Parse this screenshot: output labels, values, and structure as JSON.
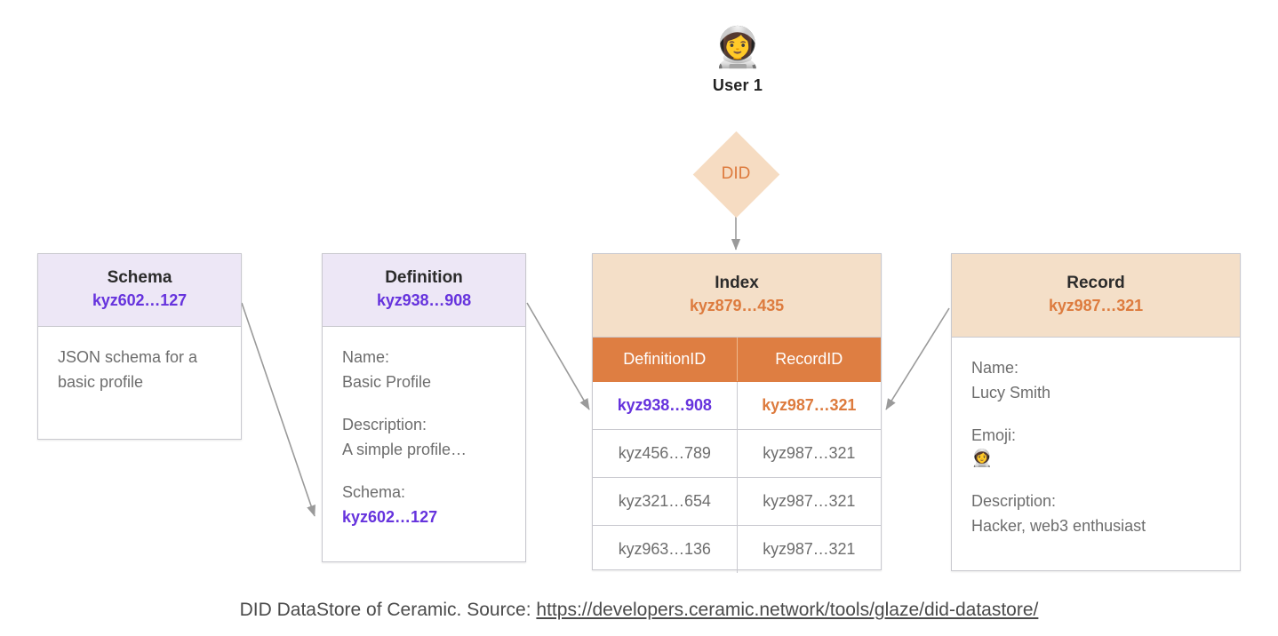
{
  "actor": {
    "emoji": "👩‍🚀",
    "icon_name": "astronaut-emoji",
    "label": "User 1"
  },
  "did_node": {
    "label": "DID"
  },
  "colors": {
    "lavender_header": "#EDE7F6",
    "peach_header": "#F4DFC8",
    "orange_band": "#DE7E42",
    "purple_text": "#6633DD",
    "orange_text": "#DD7B3E",
    "body_text": "#6d6d6d",
    "border": "#c9c9cf"
  },
  "schema_card": {
    "title": "Schema",
    "id": "kyz602…127",
    "body": "JSON schema for a basic profile"
  },
  "definition_card": {
    "title": "Definition",
    "id": "kyz938…908",
    "fields": [
      {
        "label": "Name:",
        "value": "Basic Profile"
      },
      {
        "label": "Description:",
        "value": "A simple profile…"
      },
      {
        "label": "Schema:",
        "value": "kyz602…127"
      }
    ]
  },
  "index_card": {
    "title": "Index",
    "id": "kyz879…435",
    "columns": [
      "DefinitionID",
      "RecordID"
    ],
    "rows": [
      {
        "definition_id": "kyz938…908",
        "record_id": "kyz987…321",
        "highlighted": true
      },
      {
        "definition_id": "kyz456…789",
        "record_id": "kyz987…321",
        "highlighted": false
      },
      {
        "definition_id": "kyz321…654",
        "record_id": "kyz987…321",
        "highlighted": false
      },
      {
        "definition_id": "kyz963…136",
        "record_id": "kyz987…321",
        "highlighted": false
      }
    ]
  },
  "record_card": {
    "title": "Record",
    "id": "kyz987…321",
    "fields": [
      {
        "label": "Name:",
        "value": "Lucy Smith"
      },
      {
        "label": "Emoji:",
        "value": "👩‍🚀"
      },
      {
        "label": "Description:",
        "value": "Hacker, web3 enthusiast"
      }
    ]
  },
  "caption": {
    "text": "DID DataStore of Ceramic. Source: ",
    "url": "https://developers.ceramic.network/tools/glaze/did-datastore/"
  }
}
